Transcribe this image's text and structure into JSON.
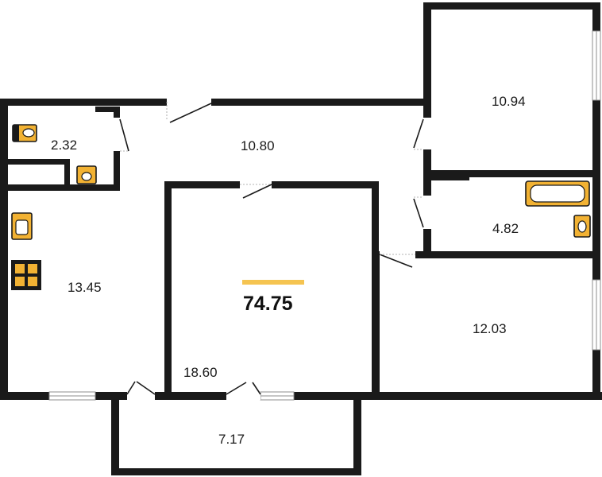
{
  "plan": {
    "total_area": "74.75",
    "accent_color": "#f5c451",
    "wall_color": "#1a1a1a",
    "fixture_color": "#f2b233",
    "rooms": [
      {
        "id": "wc",
        "label": "2.32"
      },
      {
        "id": "corridor",
        "label": "10.80"
      },
      {
        "id": "bedroom-top-right",
        "label": "10.94"
      },
      {
        "id": "bathroom",
        "label": "4.82"
      },
      {
        "id": "kitchen",
        "label": "13.45"
      },
      {
        "id": "living-room",
        "label": "18.60"
      },
      {
        "id": "bedroom-bottom-right",
        "label": "12.03"
      },
      {
        "id": "balcony",
        "label": "7.17"
      }
    ],
    "fixtures": [
      "toilet-icon",
      "washbasin-icon",
      "sink-icon",
      "stove-icon",
      "bathtub-icon"
    ]
  }
}
